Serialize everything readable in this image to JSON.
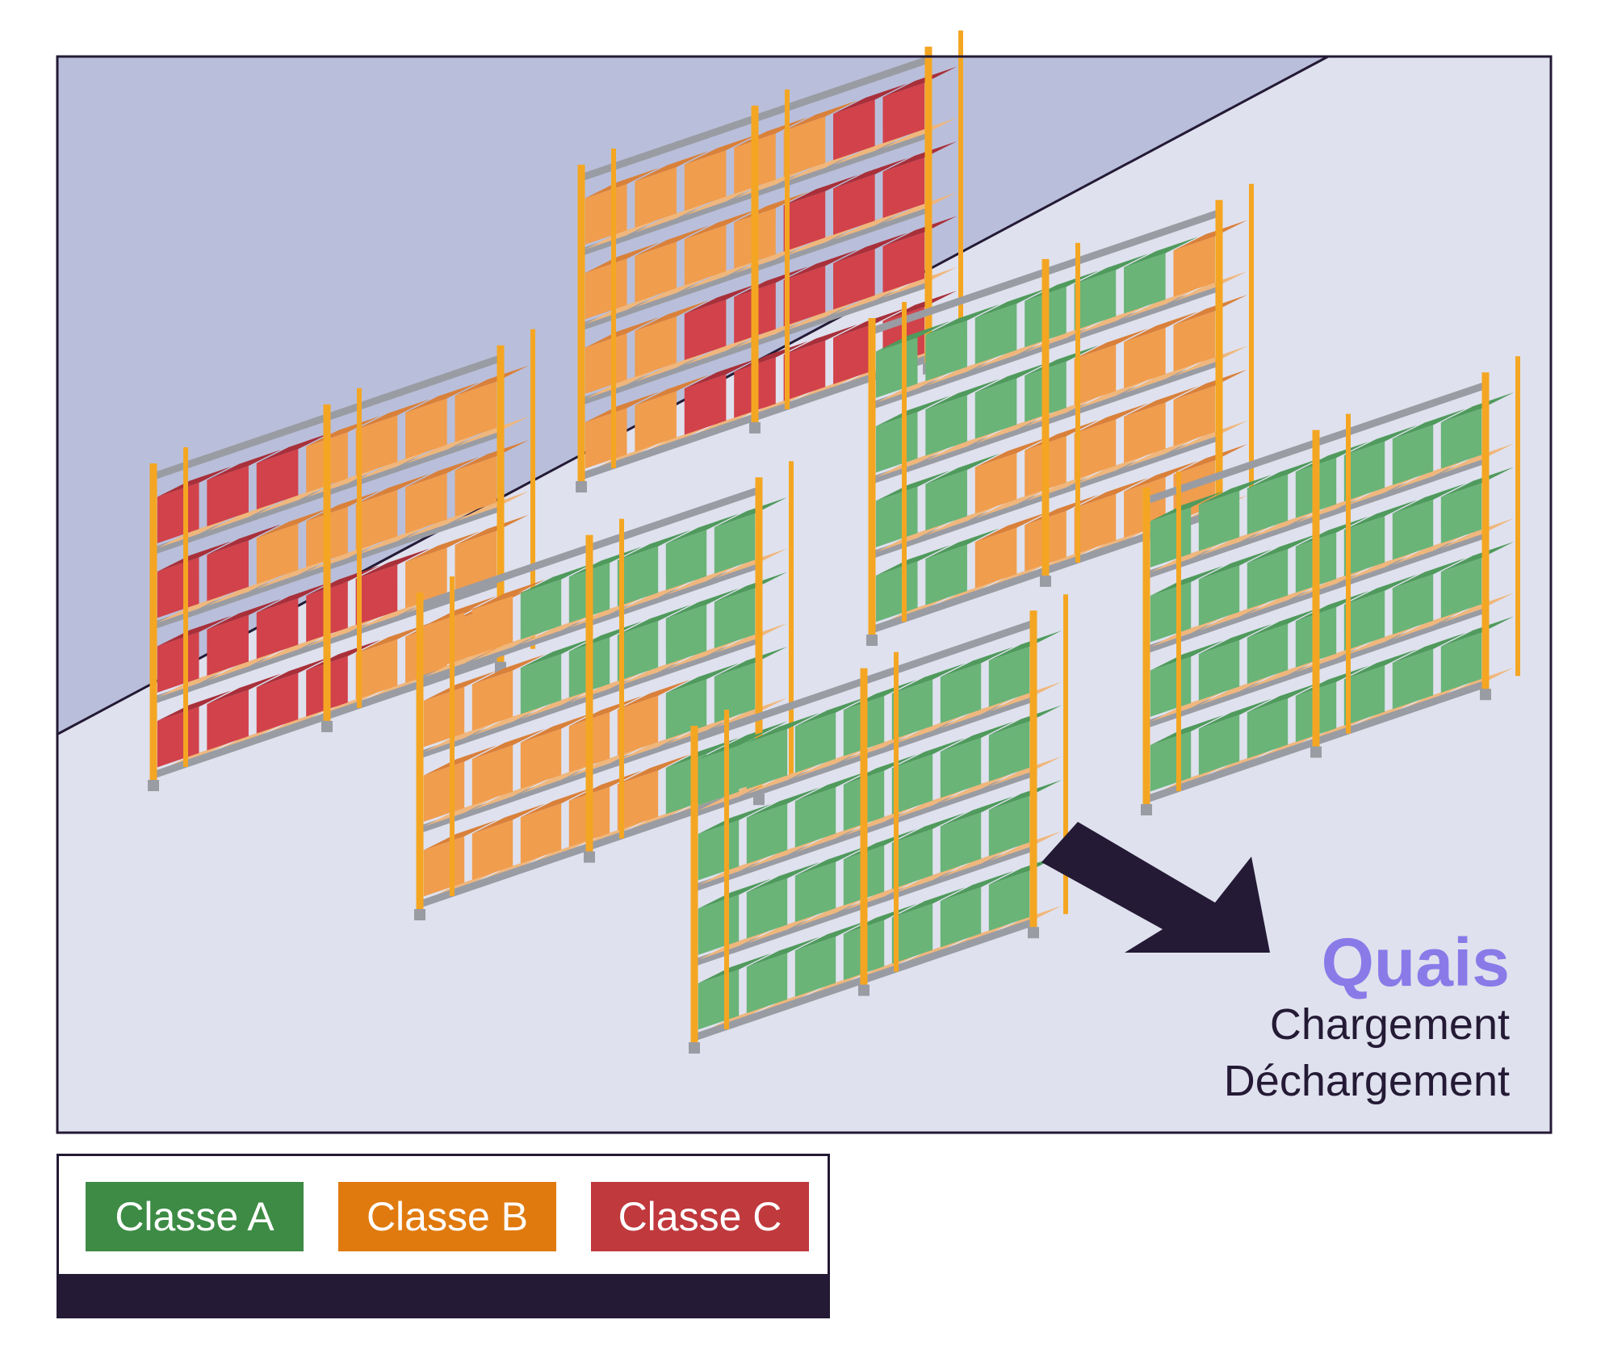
{
  "colors": {
    "wall": "#b9bfda",
    "floor": "#dfe1ee",
    "frame": "#241a35",
    "rack": "#f4a623",
    "shelf": "#9a9ca3",
    "pallet": "#efb77d",
    "accent": "#8a7ae8"
  },
  "classes": [
    {
      "label": "Classe A",
      "color": "#3d8b45",
      "box": "#6ab478",
      "box_dark": "#4f9a5c"
    },
    {
      "label": "Classe B",
      "color": "#e07a0f",
      "box": "#f09d4e",
      "box_dark": "#d9803a"
    },
    {
      "label": "Classe C",
      "color": "#c0393d",
      "box": "#d2424a",
      "box_dark": "#a8303a"
    }
  ],
  "quais": {
    "title": "Quais",
    "lines": [
      "Chargement",
      "Déchargement"
    ]
  },
  "icons": [
    "arrow-to-docks-icon"
  ],
  "racks": [
    {
      "name": "rack-back-left",
      "levels": [
        [
          "C",
          "C",
          "C",
          "C",
          "B",
          "B",
          "B"
        ],
        [
          "C",
          "C",
          "C",
          "C",
          "C",
          "B",
          "B"
        ],
        [
          "C",
          "C",
          "B",
          "B",
          "B",
          "B",
          "B"
        ],
        [
          "C",
          "C",
          "C",
          "B",
          "B",
          "B",
          "B"
        ]
      ]
    },
    {
      "name": "rack-back-center",
      "levels": [
        [
          "B",
          "B",
          "C",
          "C",
          "C",
          "C",
          "C"
        ],
        [
          "B",
          "B",
          "C",
          "C",
          "C",
          "C",
          "C"
        ],
        [
          "B",
          "B",
          "B",
          "B",
          "C",
          "C",
          "C"
        ],
        [
          "B",
          "B",
          "B",
          "B",
          "B",
          "C",
          "C"
        ]
      ]
    },
    {
      "name": "rack-right-center",
      "levels": [
        [
          "A",
          "A",
          "B",
          "B",
          "B",
          "B",
          "B"
        ],
        [
          "A",
          "A",
          "B",
          "B",
          "B",
          "B",
          "B"
        ],
        [
          "A",
          "A",
          "A",
          "A",
          "B",
          "B",
          "B"
        ],
        [
          "A",
          "A",
          "A",
          "A",
          "A",
          "A",
          "B"
        ]
      ]
    },
    {
      "name": "rack-middle",
      "levels": [
        [
          "B",
          "B",
          "B",
          "B",
          "B",
          "A",
          "A"
        ],
        [
          "B",
          "B",
          "B",
          "B",
          "B",
          "A",
          "A"
        ],
        [
          "B",
          "B",
          "A",
          "A",
          "A",
          "A",
          "A"
        ],
        [
          "B",
          "B",
          "A",
          "A",
          "A",
          "A",
          "A"
        ]
      ]
    },
    {
      "name": "rack-front",
      "levels": [
        [
          "A",
          "A",
          "A",
          "A",
          "A",
          "A",
          "A"
        ],
        [
          "A",
          "A",
          "A",
          "A",
          "A",
          "A",
          "A"
        ],
        [
          "A",
          "A",
          "A",
          "A",
          "A",
          "A",
          "A"
        ],
        [
          "A",
          "A",
          "A",
          "A",
          "A",
          "A",
          "A"
        ]
      ]
    },
    {
      "name": "rack-right",
      "levels": [
        [
          "A",
          "A",
          "A",
          "A",
          "A",
          "A",
          "A"
        ],
        [
          "A",
          "A",
          "A",
          "A",
          "A",
          "A",
          "A"
        ],
        [
          "A",
          "A",
          "A",
          "A",
          "A",
          "A",
          "A"
        ],
        [
          "A",
          "A",
          "A",
          "A",
          "A",
          "A",
          "A"
        ]
      ]
    }
  ]
}
